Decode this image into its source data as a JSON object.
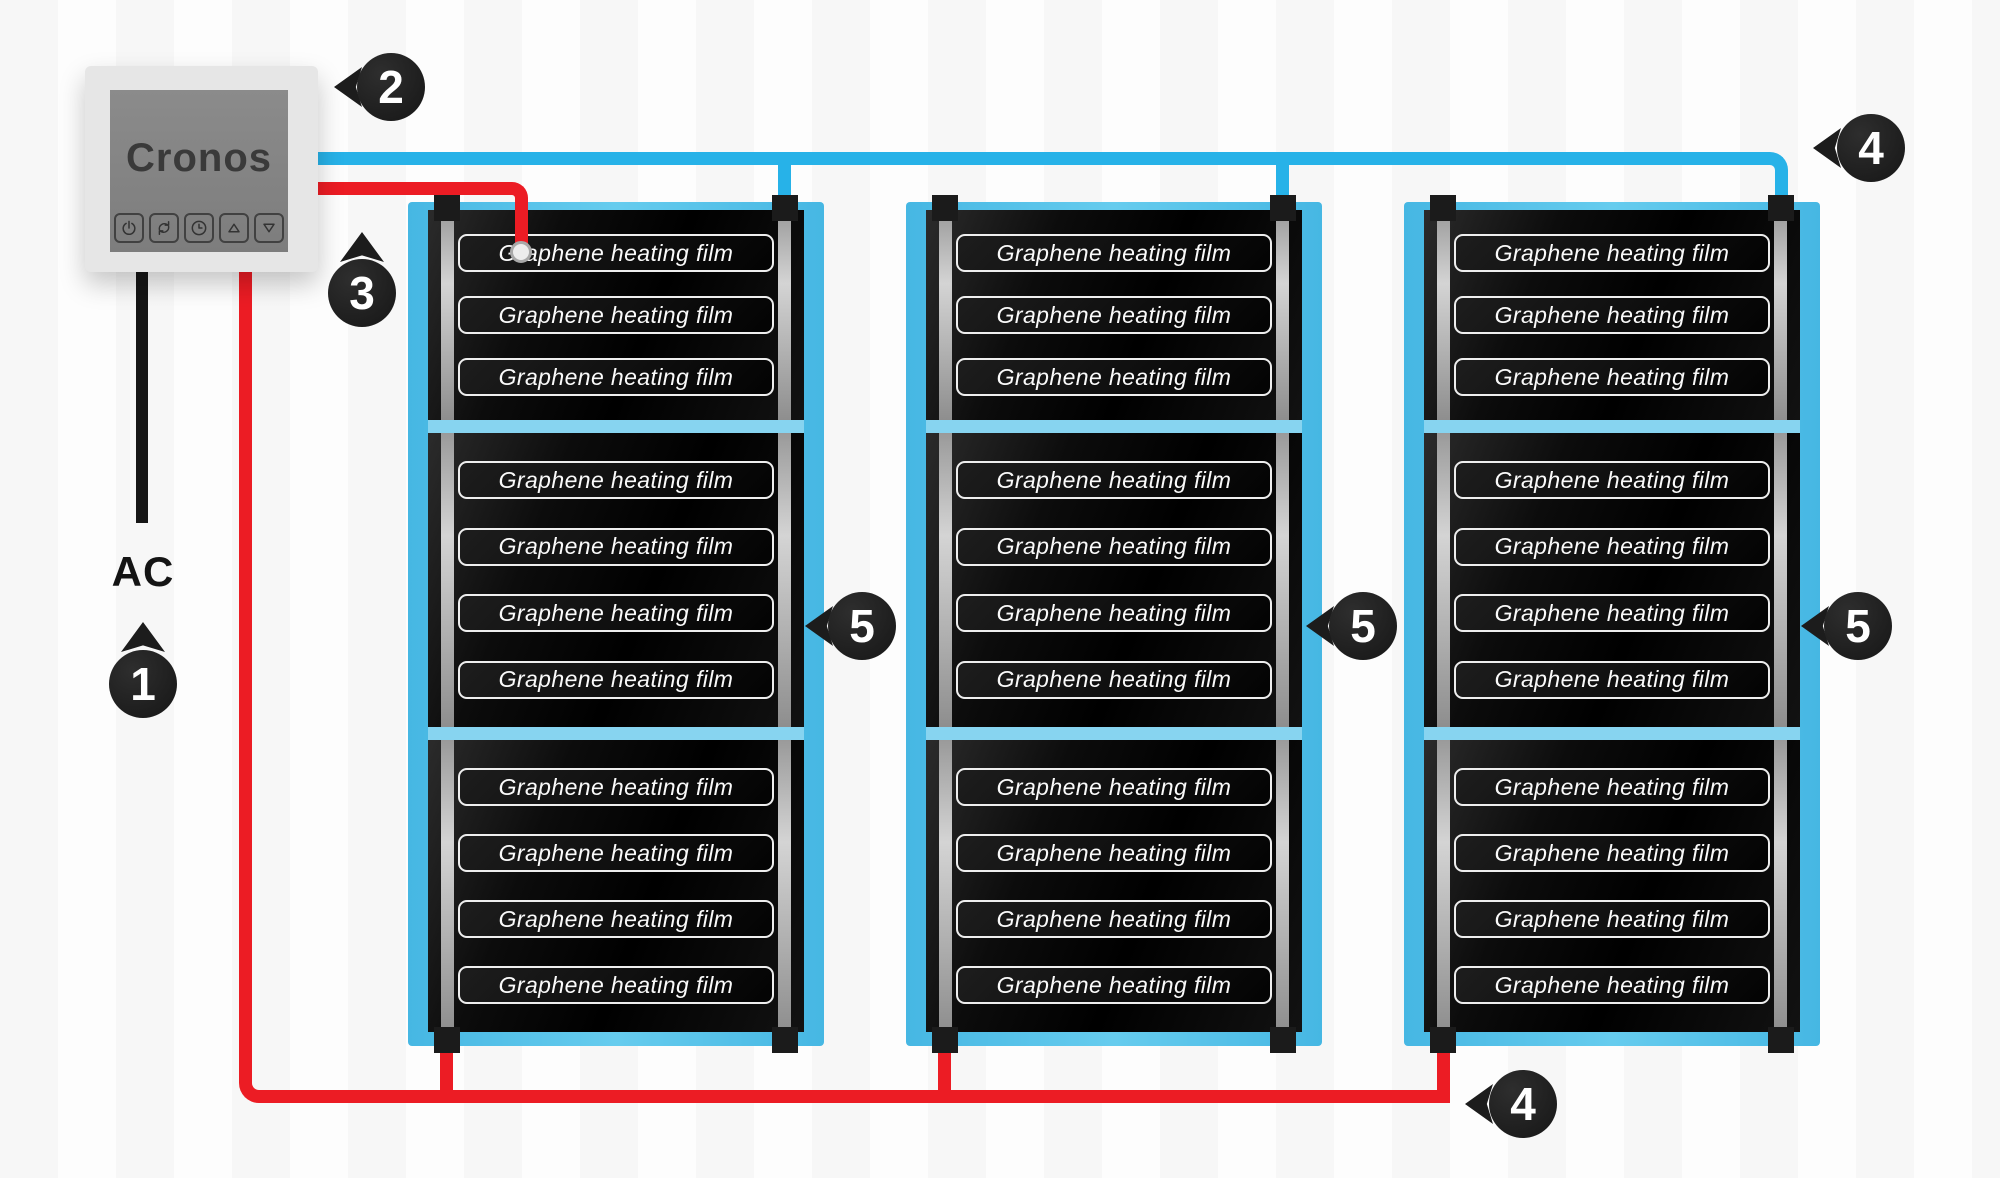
{
  "thermostat": {
    "brand": "Cronos",
    "buttons": [
      "power-icon",
      "cycle-icon",
      "clock-icon",
      "arrow-up-icon",
      "arrow-down-icon"
    ]
  },
  "power_source": {
    "label": "AC"
  },
  "strip_label": "Graphene heating film",
  "callouts": {
    "one": "1",
    "two": "2",
    "three": "3",
    "fourTop": "4",
    "fourBottom": "4",
    "fiveA": "5",
    "fiveB": "5",
    "fiveC": "5"
  },
  "panels": [
    {
      "sections": [
        [
          "Graphene heating film",
          "Graphene heating film",
          "Graphene heating film"
        ],
        [
          "Graphene heating film",
          "Graphene heating film",
          "Graphene heating film",
          "Graphene heating film"
        ],
        [
          "Graphene heating film",
          "Graphene heating film",
          "Graphene heating film",
          "Graphene heating film"
        ]
      ]
    },
    {
      "sections": [
        [
          "Graphene heating film",
          "Graphene heating film",
          "Graphene heating film"
        ],
        [
          "Graphene heating film",
          "Graphene heating film",
          "Graphene heating film",
          "Graphene heating film"
        ],
        [
          "Graphene heating film",
          "Graphene heating film",
          "Graphene heating film",
          "Graphene heating film"
        ]
      ]
    },
    {
      "sections": [
        [
          "Graphene heating film",
          "Graphene heating film",
          "Graphene heating film"
        ],
        [
          "Graphene heating film",
          "Graphene heating film",
          "Graphene heating film",
          "Graphene heating film"
        ],
        [
          "Graphene heating film",
          "Graphene heating film",
          "Graphene heating film",
          "Graphene heating film"
        ]
      ]
    }
  ],
  "colors": {
    "wire_live": "#ec1c24",
    "wire_neutral": "#27b2e8",
    "wire_ac": "#161616",
    "panel_blue": "#57c2e8",
    "panel_gap_blue": "#87d4f0",
    "callout_bg": "#1c1c1c",
    "film_black": "#0c0c0c",
    "busbar_gray": "#b5b5b5"
  }
}
